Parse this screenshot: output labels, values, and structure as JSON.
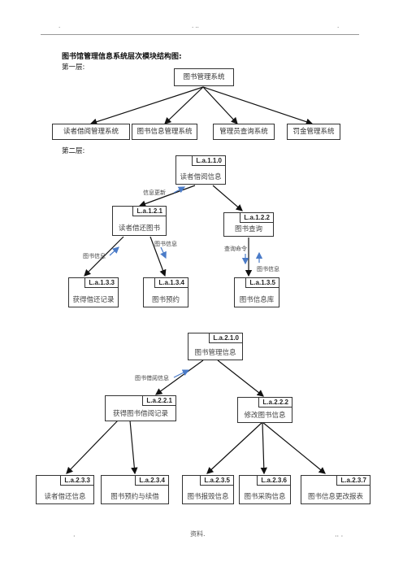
{
  "header": {
    "dots": [
      "·",
      "·  ··",
      "·"
    ]
  },
  "title": "图书馆管理信息系统层次模块结构图:",
  "layer1": {
    "label": "第一层:",
    "root": "图书管理系统",
    "children": [
      "读者借阅管理系统",
      "图书信息管理系统",
      "管理员查询系统",
      "罚金管理系统"
    ]
  },
  "layer2": {
    "label": "第二层:",
    "top": {
      "code": "L.a.1.1.0",
      "label": "读者借阅信息"
    },
    "mid": [
      {
        "code": "L.a.1.2.1",
        "label": "读者借还图书"
      },
      {
        "code": "L.a.1.2.2",
        "label": "图书查询"
      }
    ],
    "leaves": [
      {
        "code": "L.a.1.3.3",
        "label": "获得借还记录"
      },
      {
        "code": "L.a.1.3.4",
        "label": "图书预约"
      },
      {
        "code": "L.a.1.3.5",
        "label": "图书信息库"
      }
    ],
    "flows": [
      "信息更新",
      "图书信息",
      "图书信息",
      "查询命令",
      "图书信息"
    ]
  },
  "layer3": {
    "top": {
      "code": "L.a.2.1.0",
      "label": "图书管理信息"
    },
    "mid": [
      {
        "code": "L.a.2.2.1",
        "label": "获得图书借阅记录"
      },
      {
        "code": "L.a.2.2.2",
        "label": "修改图书信息"
      }
    ],
    "leaves": [
      {
        "code": "L.a.2.3.3",
        "label": "读者借还信息"
      },
      {
        "code": "L.a.2.3.4",
        "label": "图书预约与续借"
      },
      {
        "code": "L.a.2.3.5",
        "label": "图书报毁信息"
      },
      {
        "code": "L.a.2.3.6",
        "label": "图书采购信息"
      },
      {
        "code": "L.a.2.3.7",
        "label": "图书信息更改报表"
      }
    ],
    "flows": [
      "图书借阅信息"
    ]
  },
  "footer": {
    "left": "·",
    "center": "资料.",
    "right": "·· ·"
  },
  "colors": {
    "flow_arrow": "#4a7bc8",
    "line": "#111111"
  }
}
